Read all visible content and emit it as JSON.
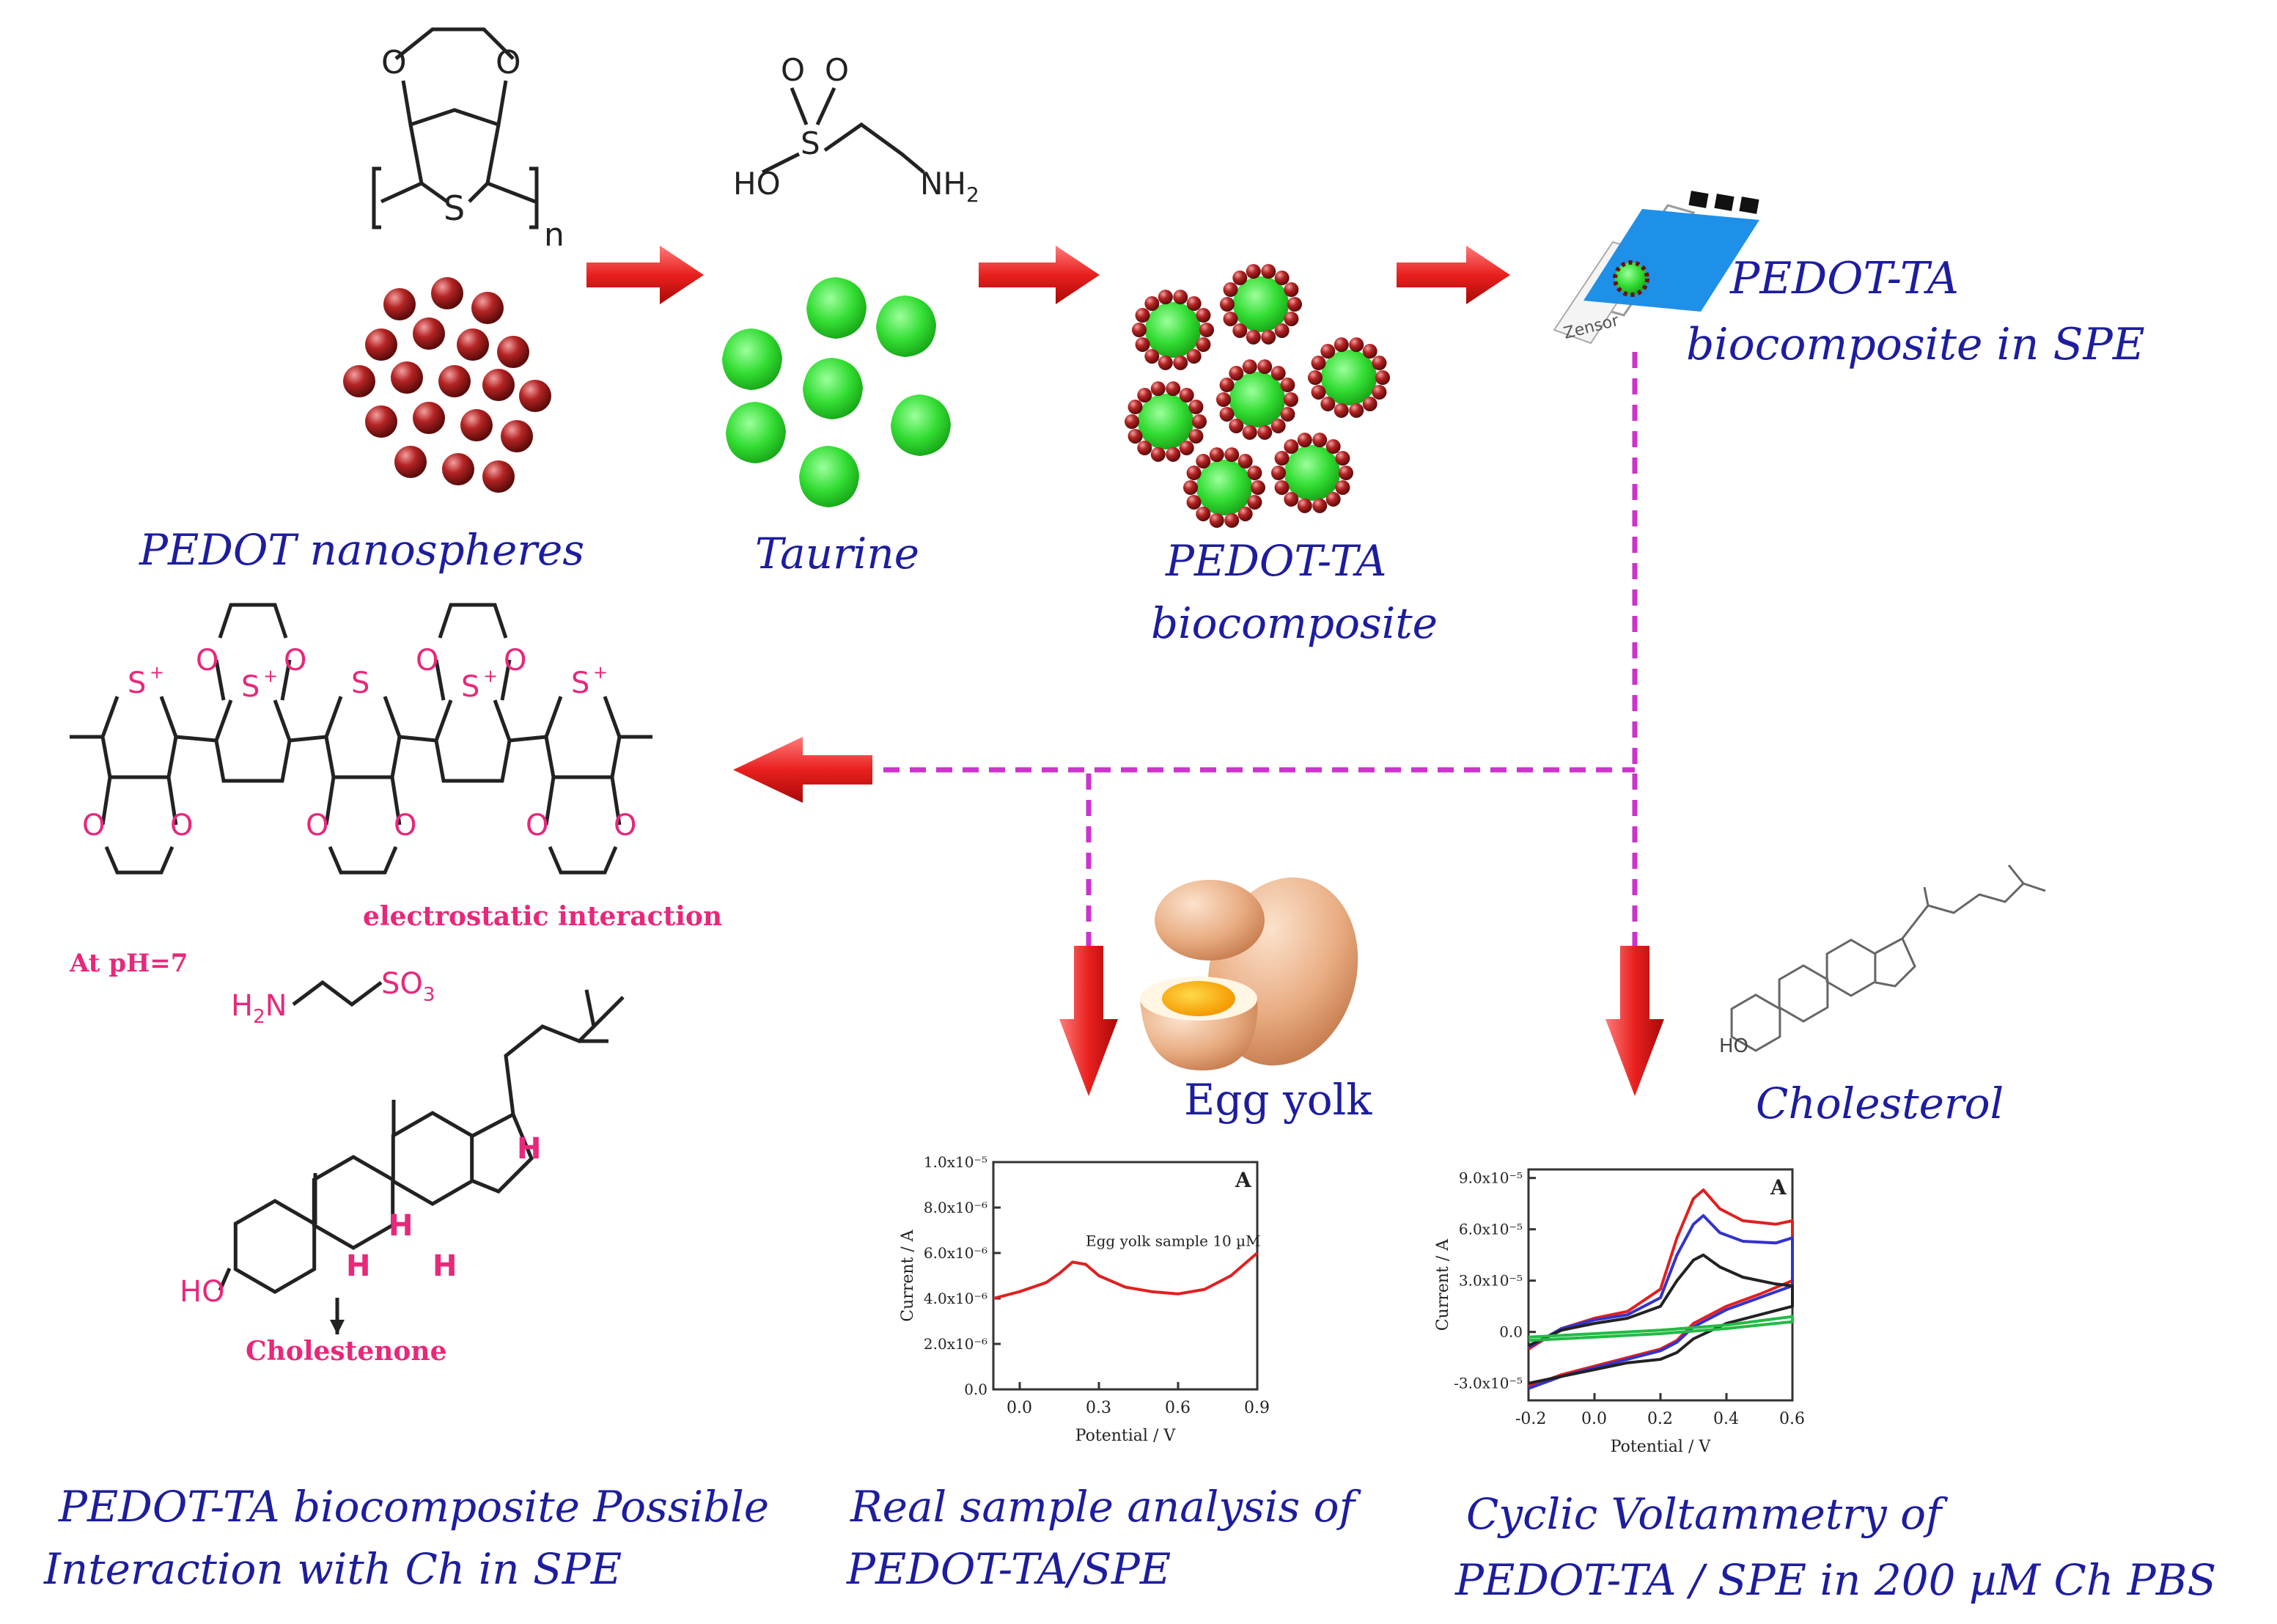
{
  "captions": {
    "pedot_nanospheres": "PEDOT nanospheres",
    "taurine": "Taurine",
    "pedot_ta_line1": "PEDOT-TA",
    "pedot_ta_line2": "biocomposite",
    "spe_line1": "PEDOT-TA",
    "spe_line2": "biocomposite  in SPE",
    "egg_yolk": "Egg yolk",
    "cholesterol": "Cholesterol",
    "interaction_line1": "PEDOT-TA biocomposite  Possible",
    "interaction_line2": "Interaction with Ch in SPE",
    "real_sample_line1": "Real sample analysis of",
    "real_sample_line2": "PEDOT-TA/SPE",
    "cv_line1": "Cyclic Voltammetry of",
    "cv_line2": "PEDOT-TA / SPE  in 200 µM Ch PBS"
  },
  "labels": {
    "electrostatic": "electrostatic interaction",
    "at_ph": "At pH=7",
    "cholestenone": "Cholestenone",
    "ho": "HO",
    "nh2": "NH",
    "h2n": "H",
    "so3": "SO",
    "n_sub": "n",
    "spe_brand": "Zensor"
  },
  "colors": {
    "caption": "#1d1d9e",
    "arrow_red": "#e8201e",
    "dashed_magenta": "#cc33cc",
    "sphere_red": "#9b1b1b",
    "taurine_green": "#33dd33",
    "pink_text": "#e8287a",
    "electrode_blue": "#1e90e8"
  },
  "chart_data": [
    {
      "type": "line",
      "panel_letter": "A",
      "xlabel": "Potential / V",
      "ylabel": "Current / A",
      "x_ticks": [
        "0.0",
        "0.3",
        "0.6",
        "0.9"
      ],
      "y_ticks": [
        "0.0",
        "2.0x10⁻⁶",
        "4.0x10⁻⁶",
        "6.0x10⁻⁶",
        "8.0x10⁻⁶",
        "1.0x10⁻⁵"
      ],
      "annotation": "Egg yolk sample 10 µM",
      "xlim": [
        -0.1,
        0.9
      ],
      "ylim": [
        0,
        1e-05
      ],
      "series": [
        {
          "color": "#e02020",
          "x": [
            -0.1,
            0.0,
            0.1,
            0.15,
            0.2,
            0.25,
            0.3,
            0.4,
            0.5,
            0.6,
            0.7,
            0.8,
            0.9
          ],
          "y": [
            4e-06,
            4.3e-06,
            4.7e-06,
            5.1e-06,
            5.6e-06,
            5.5e-06,
            5e-06,
            4.5e-06,
            4.3e-06,
            4.2e-06,
            4.4e-06,
            5e-06,
            6e-06
          ]
        }
      ]
    },
    {
      "type": "line",
      "panel_letter": "A",
      "xlabel": "Potential / V",
      "ylabel": "Current / A",
      "x_ticks": [
        "-0.2",
        "0.0",
        "0.2",
        "0.4",
        "0.6"
      ],
      "y_ticks": [
        "-3.0x10⁻⁵",
        "0.0",
        "3.0x10⁻⁵",
        "6.0x10⁻⁵",
        "9.0x10⁻⁵"
      ],
      "xlim": [
        -0.2,
        0.6
      ],
      "ylim": [
        -4e-05,
        9.5e-05
      ],
      "series": [
        {
          "color": "#e02020",
          "x": [
            -0.2,
            -0.1,
            0.0,
            0.1,
            0.2,
            0.25,
            0.3,
            0.33,
            0.38,
            0.45,
            0.55,
            0.6,
            0.6,
            0.5,
            0.4,
            0.3,
            0.25,
            0.2,
            0.1,
            0.0,
            -0.1,
            -0.2
          ],
          "y": [
            -1e-05,
            2e-06,
            8e-06,
            1.2e-05,
            2.5e-05,
            5.5e-05,
            7.8e-05,
            8.3e-05,
            7.2e-05,
            6.5e-05,
            6.3e-05,
            6.5e-05,
            3e-05,
            2.2e-05,
            1.5e-05,
            5e-06,
            -5e-06,
            -1e-05,
            -1.5e-05,
            -2e-05,
            -2.5e-05,
            -3.2e-05
          ]
        },
        {
          "color": "#3333cc",
          "x": [
            -0.2,
            -0.1,
            0.0,
            0.1,
            0.2,
            0.25,
            0.3,
            0.33,
            0.38,
            0.45,
            0.55,
            0.6,
            0.6,
            0.5,
            0.4,
            0.3,
            0.25,
            0.2,
            0.1,
            0.0,
            -0.1,
            -0.2
          ],
          "y": [
            -9e-06,
            2e-06,
            7e-06,
            1e-05,
            2e-05,
            4.5e-05,
            6.3e-05,
            6.8e-05,
            5.8e-05,
            5.3e-05,
            5.2e-05,
            5.5e-05,
            2.7e-05,
            2e-05,
            1.3e-05,
            3e-06,
            -6e-06,
            -1.1e-05,
            -1.6e-05,
            -2.1e-05,
            -2.6e-05,
            -3.3e-05
          ]
        },
        {
          "color": "#222222",
          "x": [
            -0.2,
            -0.1,
            0.0,
            0.1,
            0.2,
            0.25,
            0.3,
            0.33,
            0.38,
            0.45,
            0.55,
            0.6,
            0.6,
            0.5,
            0.4,
            0.3,
            0.25,
            0.2,
            0.1,
            0.0,
            -0.1,
            -0.2
          ],
          "y": [
            -8e-06,
            1e-06,
            5e-06,
            8e-06,
            1.5e-05,
            3e-05,
            4.2e-05,
            4.5e-05,
            3.8e-05,
            3.2e-05,
            2.8e-05,
            2.7e-05,
            1.5e-05,
            1e-05,
            5e-06,
            -4e-06,
            -1.2e-05,
            -1.6e-05,
            -1.8e-05,
            -2.2e-05,
            -2.6e-05,
            -3e-05
          ]
        },
        {
          "color": "#22bb44",
          "x": [
            -0.2,
            0.0,
            0.2,
            0.4,
            0.6,
            0.6,
            0.4,
            0.2,
            0.0,
            -0.2
          ],
          "y": [
            -3e-06,
            -1e-06,
            1e-06,
            4e-06,
            9e-06,
            6e-06,
            2e-06,
            -1e-06,
            -3e-06,
            -5e-06
          ]
        }
      ]
    }
  ]
}
